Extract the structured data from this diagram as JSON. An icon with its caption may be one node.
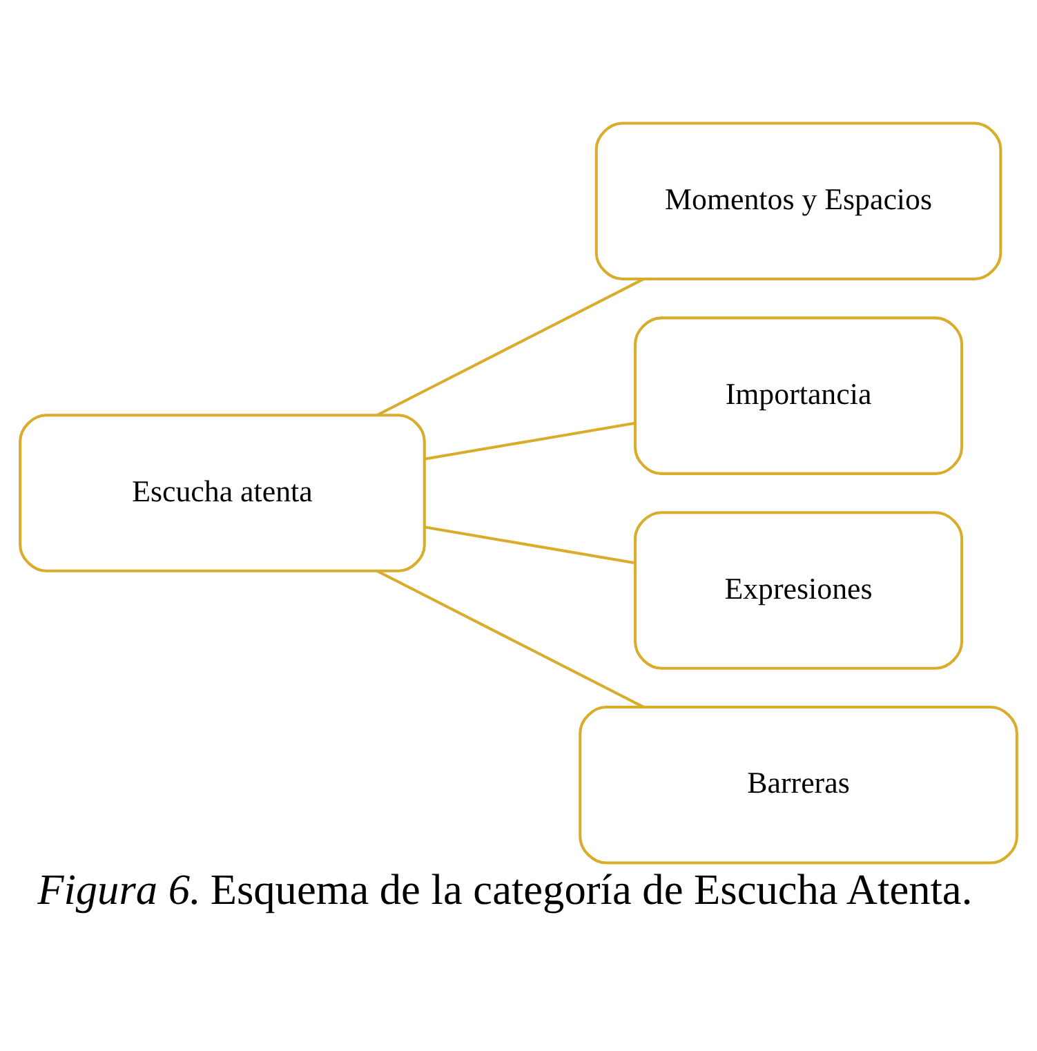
{
  "diagram": {
    "caption": "*Figura 6*. Esquema de la categoría de Escucha Atenta.",
    "nodes": [
      {
        "text": [
          "Escucha atenta"
        ]
      },
      {
        "text": [
          "Momentos y Espacios"
        ]
      },
      {
        "text": [
          "Importancia"
        ]
      },
      {
        "text": [
          "Expresiones"
        ]
      },
      {
        "text": [
          "Barreras"
        ]
      }
    ],
    "edges": [
      {
        "from": 0,
        "to": 1,
        "arrow": "none"
      },
      {
        "from": 0,
        "to": 2,
        "arrow": "none"
      },
      {
        "from": 0,
        "to": 3,
        "arrow": "none"
      },
      {
        "from": 0,
        "to": 4,
        "arrow": "none"
      }
    ]
  }
}
